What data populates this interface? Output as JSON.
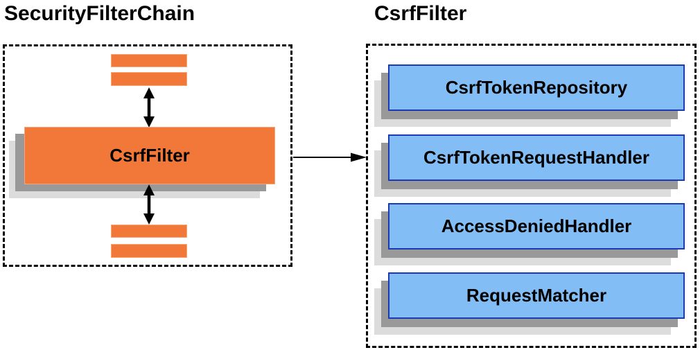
{
  "diagram": {
    "left_panel": {
      "title": "SecurityFilterChain",
      "filter_box_label": "CsrfFilter"
    },
    "right_panel": {
      "title": "CsrfFilter",
      "components": [
        {
          "label": "CsrfTokenRepository"
        },
        {
          "label": "CsrfTokenRequestHandler"
        },
        {
          "label": "AccessDeniedHandler"
        },
        {
          "label": "RequestMatcher"
        }
      ]
    },
    "colors": {
      "orange_fill": "#F27839",
      "orange_border": "#F8A578",
      "blue_fill": "#82BEF5",
      "blue_border": "#1C3AB4",
      "shadow_dark": "#999999",
      "shadow_light": "#DCDCDC",
      "arrow": "#000000",
      "dashed_border": "#000000"
    }
  }
}
